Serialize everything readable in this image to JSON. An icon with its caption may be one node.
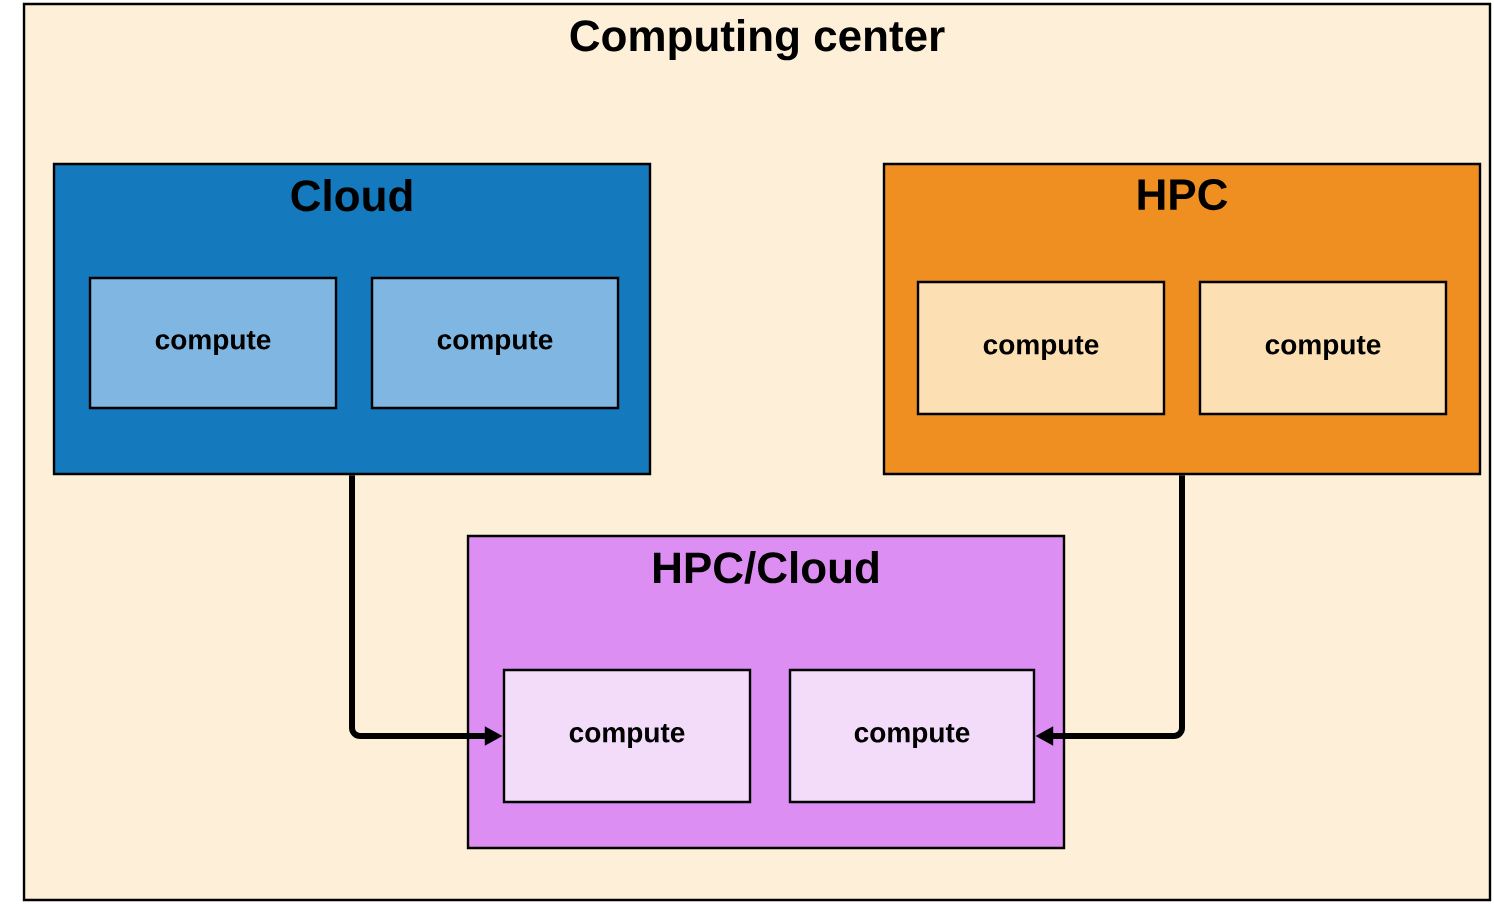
{
  "diagram": {
    "nodes": [
      {
        "text": [
          "Computing center"
        ]
      },
      {
        "text": [
          "Cloud"
        ],
        "in": 0
      },
      {
        "text": [
          "compute"
        ],
        "in": 1
      },
      {
        "text": [
          "compute"
        ],
        "in": 1
      },
      {
        "text": [
          "HPC"
        ],
        "in": 0
      },
      {
        "text": [
          "compute"
        ],
        "in": 4
      },
      {
        "text": [
          "compute"
        ],
        "in": 4
      },
      {
        "text": [
          "HPC/Cloud"
        ],
        "in": 0
      },
      {
        "text": [
          "compute"
        ],
        "in": 7
      },
      {
        "text": [
          "compute"
        ],
        "in": 7
      }
    ],
    "edges": [
      {
        "from": 1,
        "to": 8,
        "arrow": "to"
      },
      {
        "from": 4,
        "to": 9,
        "arrow": "to"
      }
    ]
  }
}
